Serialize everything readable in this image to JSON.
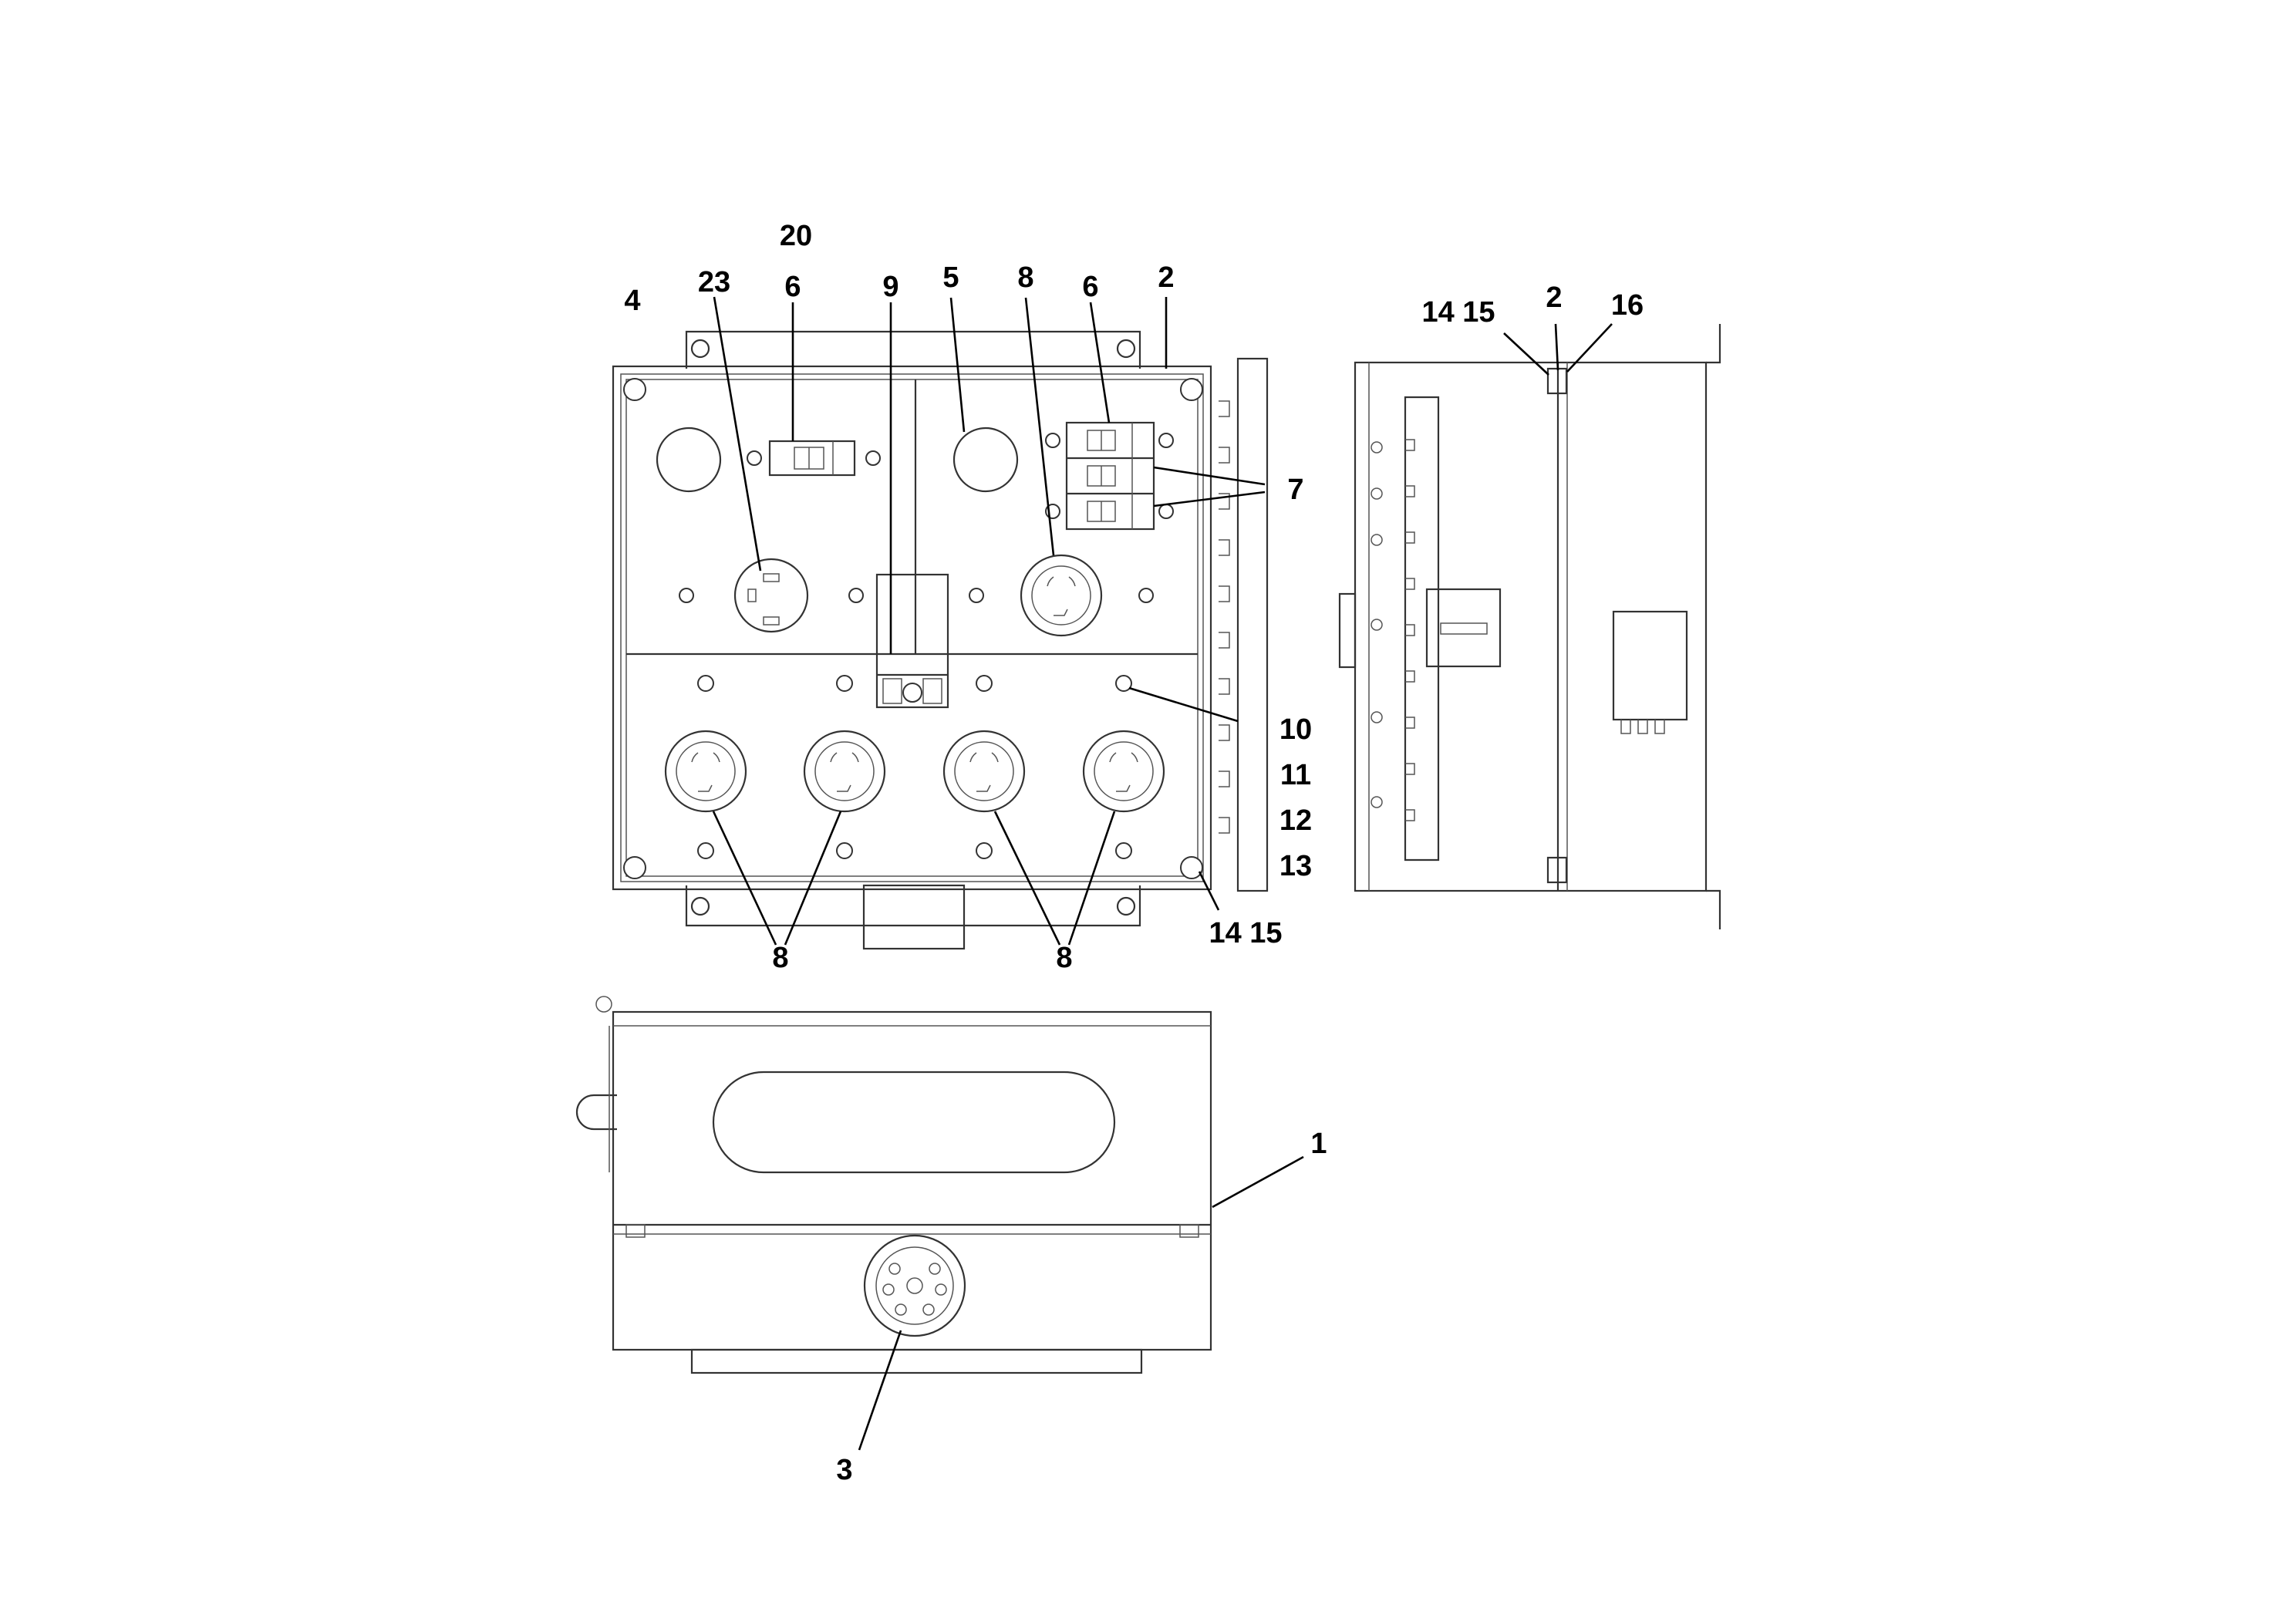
{
  "callouts": {
    "c20": "20",
    "c23": "23",
    "c6a": "6",
    "c9": "9",
    "c5": "5",
    "c8a": "8",
    "c6b": "6",
    "c2a": "2",
    "c4": "4",
    "c7": "7",
    "c10": "10",
    "c11": "11",
    "c12": "12",
    "c13": "13",
    "c1415a": "14 15",
    "c8b": "8",
    "c8c": "8",
    "c1415b": "14 15",
    "c2b": "2",
    "c16": "16",
    "c1": "1",
    "c3": "3"
  },
  "colors": {
    "line": "#333333",
    "leader": "#000000",
    "background": "#ffffff"
  }
}
